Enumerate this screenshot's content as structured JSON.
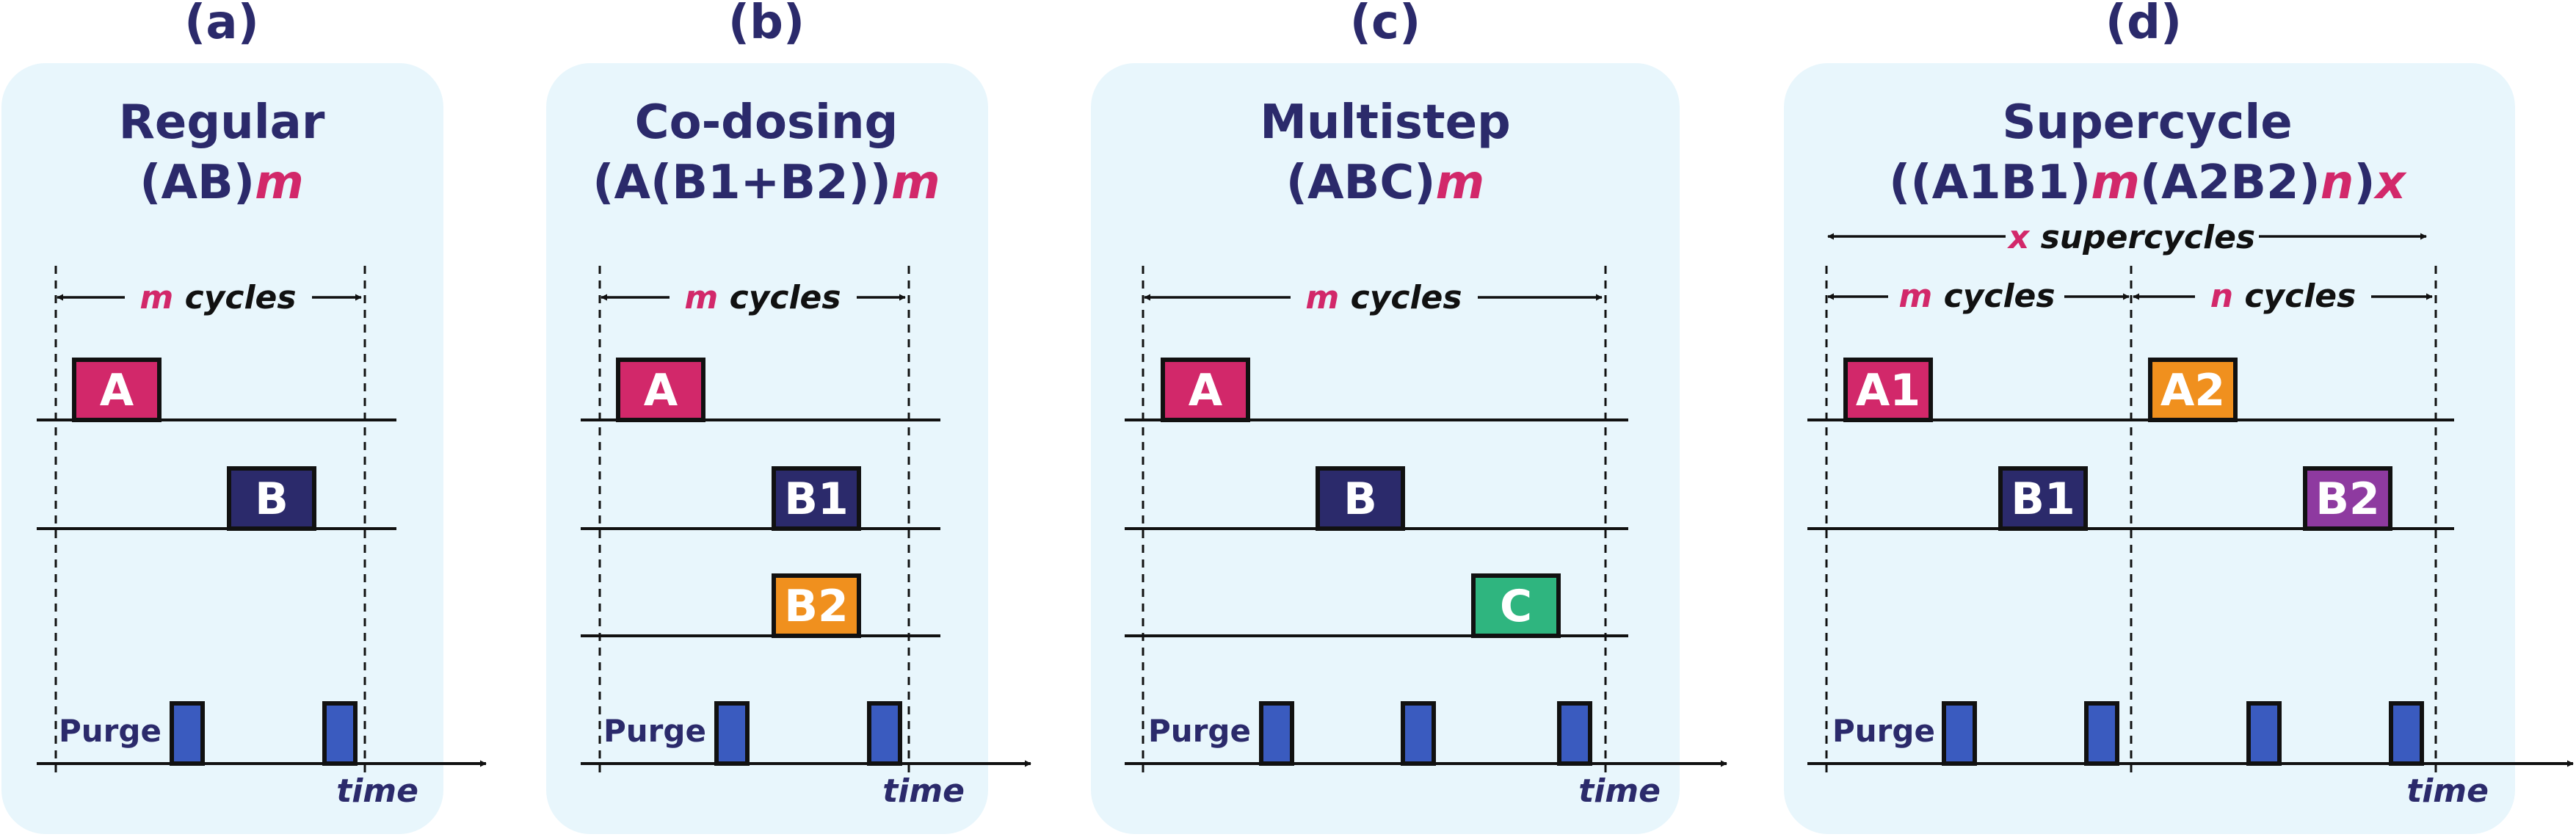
{
  "colors": {
    "panel_bg": "#e8f6fc",
    "navy": "#2b2a6b",
    "magenta": "#d2286a",
    "orange": "#f0901e",
    "green": "#2fb57f",
    "purple": "#8e3aa0",
    "purge_blue": "#3a5bbf"
  },
  "panels": [
    {
      "letter": "(a)",
      "title_line1": "Regular",
      "title_line2_main": "(AB)",
      "title_line2_var": "m",
      "cycles_var": "m",
      "cycles_word": "cycles",
      "blocks": [
        {
          "label": "A",
          "color": "magenta"
        },
        {
          "label": "B",
          "color": "navy"
        }
      ],
      "purge_label": "Purge",
      "time_label": "time"
    },
    {
      "letter": "(b)",
      "title_line1": "Co-dosing",
      "title_line2_main": "(A(B1+B2))",
      "title_line2_var": "m",
      "cycles_var": "m",
      "cycles_word": "cycles",
      "blocks": [
        {
          "label": "A",
          "color": "magenta"
        },
        {
          "label": "B1",
          "color": "navy"
        },
        {
          "label": "B2",
          "color": "orange"
        }
      ],
      "purge_label": "Purge",
      "time_label": "time"
    },
    {
      "letter": "(c)",
      "title_line1": "Multistep",
      "title_line2_main": "(ABC)",
      "title_line2_var": "m",
      "cycles_var": "m",
      "cycles_word": "cycles",
      "blocks": [
        {
          "label": "A",
          "color": "magenta"
        },
        {
          "label": "B",
          "color": "navy"
        },
        {
          "label": "C",
          "color": "green"
        }
      ],
      "purge_label": "Purge",
      "time_label": "time"
    },
    {
      "letter": "(d)",
      "title_line1": "Supercycle",
      "title_line2_parts": [
        "((A1B1)",
        "m",
        "(A2B2)",
        "n",
        ")",
        "x"
      ],
      "supercycles_var": "x",
      "supercycles_word": "supercycles",
      "cycles_m_var": "m",
      "cycles_n_var": "n",
      "cycles_word": "cycles",
      "blocks": [
        {
          "label": "A1",
          "color": "magenta"
        },
        {
          "label": "A2",
          "color": "orange"
        },
        {
          "label": "B1",
          "color": "navy"
        },
        {
          "label": "B2",
          "color": "purple"
        }
      ],
      "purge_label": "Purge",
      "time_label": "time"
    }
  ]
}
